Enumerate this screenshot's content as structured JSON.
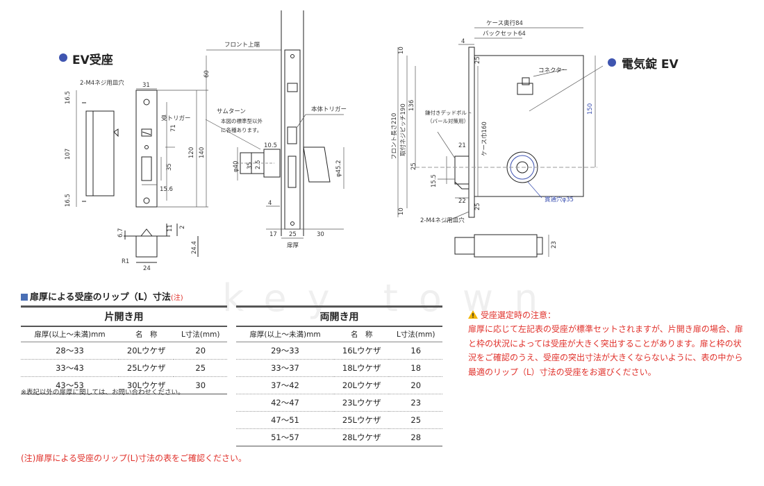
{
  "ev_receiver": {
    "title": "EV受座",
    "labels": {
      "screw_holes": "2-M4ネジ用皿穴",
      "receiver_trigger": "受トリガー",
      "r1": "R1"
    },
    "dims": {
      "d31": "31",
      "d16_5_top": "16.5",
      "d107": "107",
      "d16_5_bot": "16.5",
      "d71": "71",
      "d35": "35",
      "d120": "120",
      "d140": "140",
      "d15_6": "15.6",
      "d6_7": "6.7",
      "d11": "11",
      "d2": "2",
      "d24_4": "24.4",
      "d24": "24"
    }
  },
  "door_section": {
    "labels": {
      "front_top": "フロント上端",
      "thumb_turn": "サムターン",
      "thumb_note_1": "本図の標準型以外",
      "thumb_note_2": "に各種あります。",
      "body_trigger": "本体トリガー",
      "door_thickness": "扉厚"
    },
    "dims": {
      "d60": "60",
      "d10_5": "10.5",
      "d40": "φ40",
      "d35": "35",
      "d2_5": "2.5",
      "d45_2": "φ45.2",
      "d4": "4",
      "d17": "17",
      "d25": "25",
      "d30": "30"
    }
  },
  "electric_lock": {
    "title": "電気錠 EV",
    "labels": {
      "case_depth": "ケース奥行84",
      "backset": "バックセット64",
      "connector": "コネクター",
      "deadbolt_1": "鎌付きデッドボルト",
      "deadbolt_2": "（バール対策用）",
      "front_length": "フロント長さ210",
      "screw_pitch": "取付ネジピッチ190",
      "case_width": "ケース巾160",
      "through_hole": "貫通穴φ35",
      "screw_holes": "2-M4ネジ用皿穴"
    },
    "dims": {
      "d4": "4",
      "d25_top": "25",
      "d136": "136",
      "d21": "21",
      "d25_mid": "25",
      "d15_5": "15.5",
      "d22": "22",
      "d25_bot": "25",
      "d10_top": "10",
      "d10_bot": "10",
      "d150": "150",
      "d23": "23"
    }
  },
  "lip_table": {
    "title": "扉厚による受座のリップ（L）寸法",
    "note": "(注)",
    "single": {
      "heading": "片開き用",
      "columns": [
        "扉厚(以上～未満)mm",
        "名　称",
        "L寸法(mm)"
      ],
      "rows": [
        [
          "28～33",
          "20Lウケザ",
          "20"
        ],
        [
          "33～43",
          "25Lウケザ",
          "25"
        ],
        [
          "43～53",
          "30Lウケザ",
          "30"
        ]
      ],
      "footnote": "※表記以外の扉厚に関しては、お問い合わせください。"
    },
    "double": {
      "heading": "両開き用",
      "columns": [
        "扉厚(以上～未満)mm",
        "名　称",
        "L寸法(mm)"
      ],
      "rows": [
        [
          "29～33",
          "16Lウケザ",
          "16"
        ],
        [
          "33～37",
          "18Lウケザ",
          "18"
        ],
        [
          "37～42",
          "20Lウケザ",
          "20"
        ],
        [
          "42～47",
          "23Lウケザ",
          "23"
        ],
        [
          "47～51",
          "25Lウケザ",
          "25"
        ],
        [
          "51～57",
          "28Lウケザ",
          "28"
        ]
      ]
    }
  },
  "caution": {
    "title": "受座選定時の注意：",
    "body": "扉厚に応じて左記表の受座が標準セットされますが、片開き扉の場合、扉と枠の状況によっては受座が大きく突出することがあります。扉と枠の状況をご確認のうえ、受座の突出寸法が大きくならないように、表の中から最適のリップ（L）寸法の受座をお選びください。"
  },
  "bottom_note": "(注)扉厚による受座のリップ(L)寸法の表をご確認ください。",
  "watermark": "key town",
  "colors": {
    "accent_blue": "#3f55b0",
    "warning_red": "#e0302a",
    "dim_blue": "#3a4fb0"
  }
}
